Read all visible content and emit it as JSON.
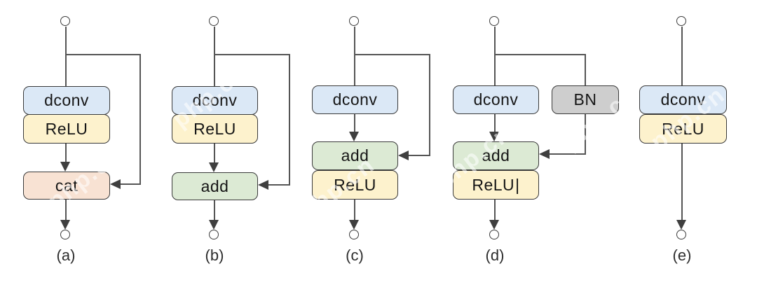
{
  "figure": {
    "description": "Five convolution block design variants",
    "watermark_text": "php.cn"
  },
  "palette": {
    "dconv_fill": "#dbe8f6",
    "relu_fill": "#fdf2cd",
    "add_fill": "#dcead4",
    "cat_fill": "#f8e2d3",
    "bn_fill": "#cecece",
    "box_border": "#3a3a3a",
    "line": "#555555",
    "arrow": "#3f3f3f"
  },
  "diagrams": [
    {
      "caption": "(a)",
      "blocks": {
        "dconv": "dconv",
        "relu": "ReLU",
        "merge": "cat"
      }
    },
    {
      "caption": "(b)",
      "blocks": {
        "dconv": "dconv",
        "relu": "ReLU",
        "merge": "add"
      }
    },
    {
      "caption": "(c)",
      "blocks": {
        "dconv": "dconv",
        "merge": "add",
        "relu": "ReLU"
      }
    },
    {
      "caption": "(d)",
      "blocks": {
        "dconv": "dconv",
        "bn": "BN",
        "merge": "add",
        "relu": "ReLU",
        "cursor": "|"
      }
    },
    {
      "caption": "(e)",
      "blocks": {
        "dconv": "dconv",
        "relu": "ReLU"
      }
    }
  ]
}
